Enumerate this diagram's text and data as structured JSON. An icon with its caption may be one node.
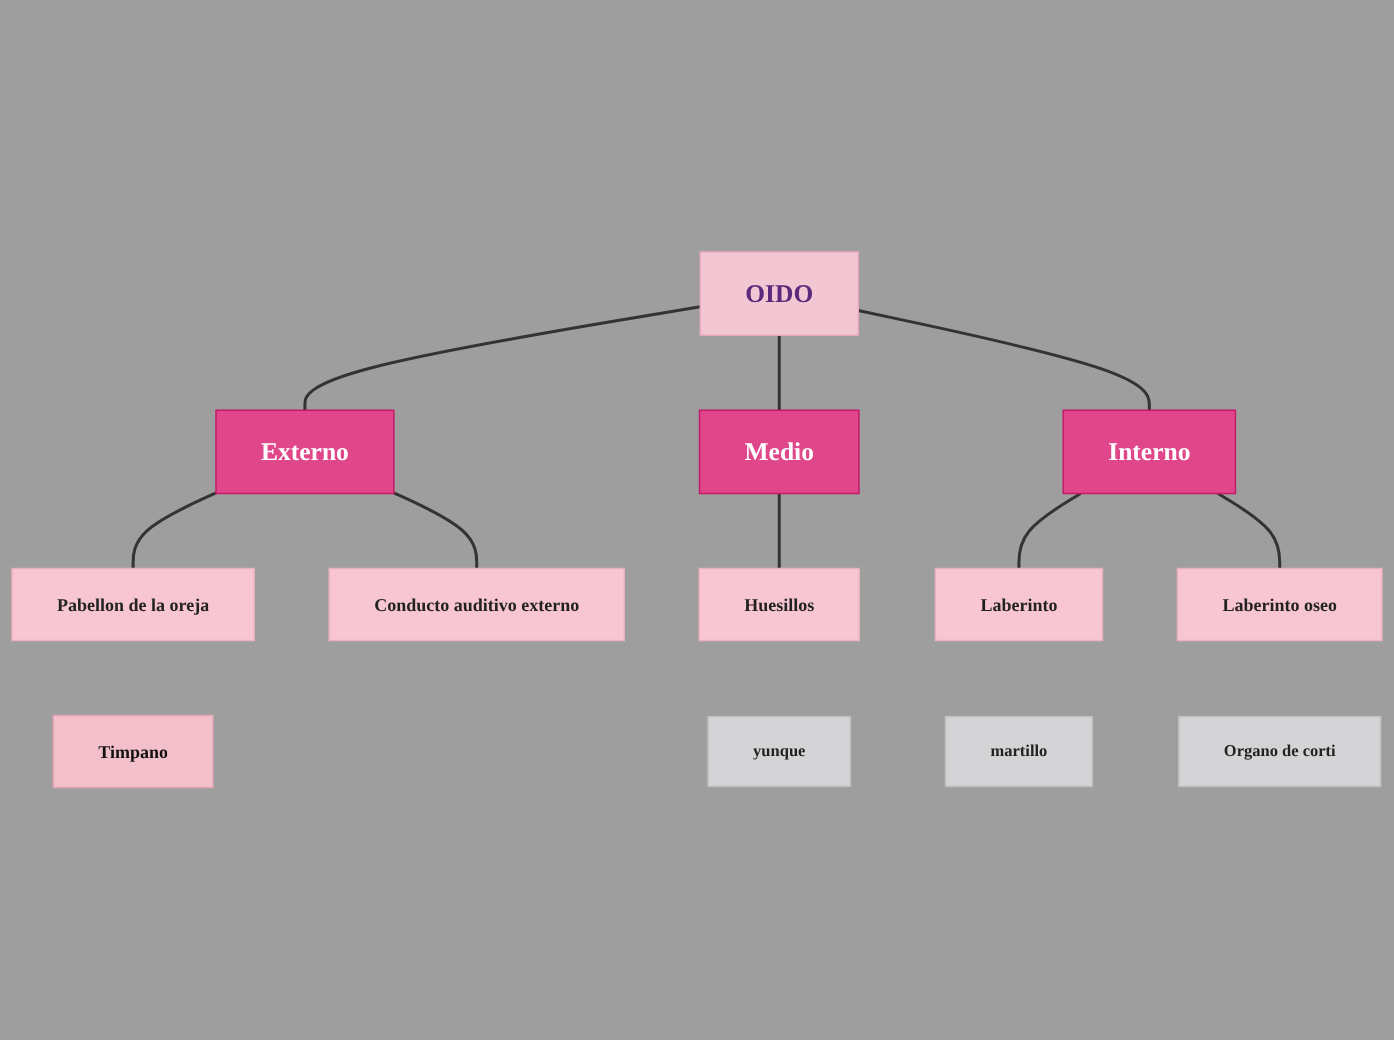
{
  "diagram": {
    "nodes": [
      {
        "text": [
          "OIDO"
        ]
      },
      {
        "text": [
          "Externo"
        ]
      },
      {
        "text": [
          "Medio"
        ]
      },
      {
        "text": [
          "Interno"
        ]
      },
      {
        "text": [
          "Pabellon de la oreja"
        ]
      },
      {
        "text": [
          "Conducto auditivo externo"
        ]
      },
      {
        "text": [
          "Huesillos"
        ]
      },
      {
        "text": [
          "Laberinto"
        ]
      },
      {
        "text": [
          "Laberinto oseo"
        ]
      },
      {
        "text": [
          "Timpano"
        ]
      },
      {
        "text": [
          "yunque"
        ]
      },
      {
        "text": [
          "martillo"
        ]
      },
      {
        "text": [
          "Organo de corti"
        ]
      }
    ],
    "edges": [
      {
        "from": 0,
        "to": 1,
        "arrow": "none"
      },
      {
        "from": 0,
        "to": 2,
        "arrow": "none"
      },
      {
        "from": 0,
        "to": 3,
        "arrow": "none"
      },
      {
        "from": 1,
        "to": 4,
        "arrow": "none"
      },
      {
        "from": 1,
        "to": 5,
        "arrow": "none"
      },
      {
        "from": 2,
        "to": 6,
        "arrow": "none"
      },
      {
        "from": 3,
        "to": 7,
        "arrow": "none"
      },
      {
        "from": 3,
        "to": 8,
        "arrow": "none"
      }
    ]
  }
}
